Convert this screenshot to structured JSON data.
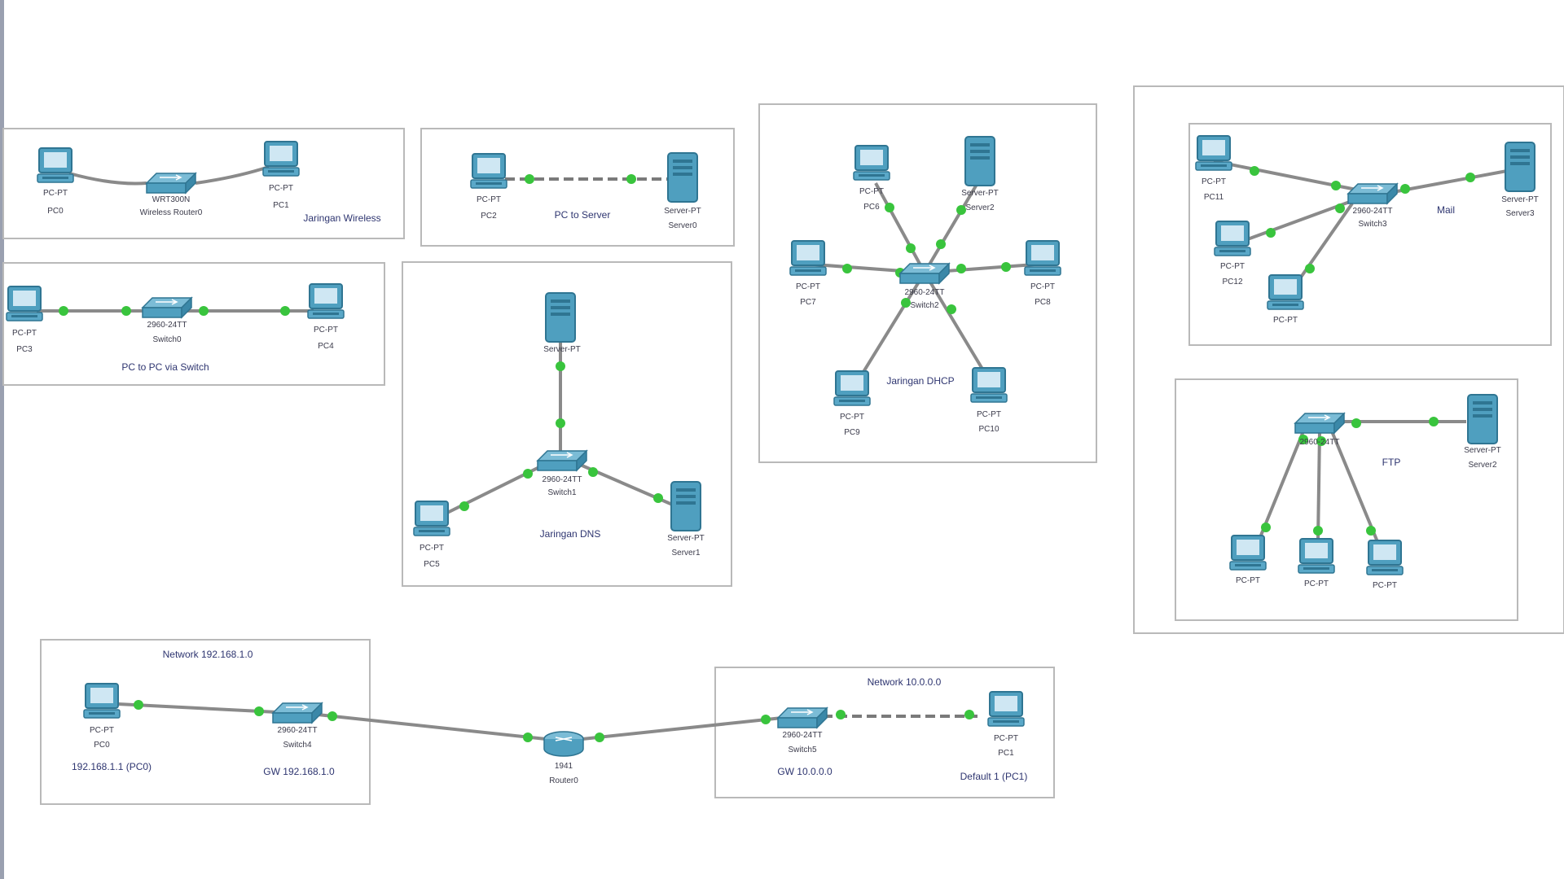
{
  "labels": {
    "zone_wireless": "Jaringan Wireless",
    "zone_web_server": "PC to Server",
    "zone_two_pc": "PC to PC via Switch",
    "zone_dns": "Jaringan DNS",
    "zone_dhcp": "Jaringan DHCP",
    "zone_mail": "Mail",
    "zone_ftp": "FTP",
    "network_a": "Network 192.168.1.0",
    "network_b": "Network 10.0.0.0",
    "gw_a": "192.168.1.1 (PC0)",
    "gw_a_switch": "GW 192.168.1.0",
    "gw_b_switch": "GW 10.0.0.0",
    "gw_b_pc": "Default 1 (PC1)"
  },
  "devices": {
    "pc": "PC-PT",
    "pc0": "PC0",
    "pc1": "PC1",
    "pc2": "PC2",
    "pc3": "PC3",
    "pc4": "PC4",
    "pc5": "PC5",
    "pc6": "PC6",
    "pc7": "PC7",
    "pc8": "PC8",
    "pc9": "PC9",
    "pc10": "PC10",
    "pc11": "PC11",
    "pc12": "PC12",
    "server": "Server-PT",
    "server0": "Server0",
    "server1": "Server1",
    "server2": "Server2",
    "server3": "Server3",
    "switch": "2960-24TT",
    "switch0": "Switch0",
    "switch1": "Switch1",
    "switch2": "Switch2",
    "switch3": "Switch3",
    "switch4": "Switch4",
    "switch5": "Switch5",
    "router": "1941",
    "router0": "Router0",
    "wrouter": "WRT300N",
    "wrouter0": "Wireless Router0"
  },
  "colors": {
    "device": "#4f9fbf",
    "device_dark": "#2f7592",
    "port": "#39c43d",
    "cable": "#8a8a8a",
    "box": "#b9b9b9",
    "note": "#2e3570"
  }
}
